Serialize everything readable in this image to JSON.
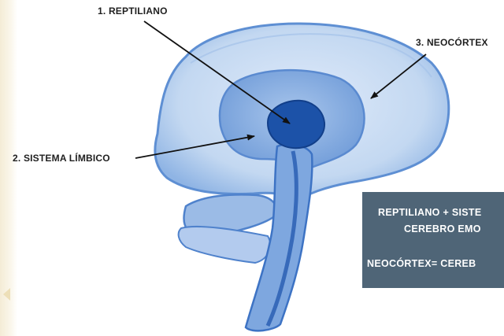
{
  "labels": {
    "reptiliano": "1. REPTILIANO",
    "neocortex": "3. NEOCÓRTEX",
    "limbico": "2. SISTEMA LÍMBICO"
  },
  "info_box": {
    "line1": "REPTILIANO + SISTE",
    "line2": "CEREBRO EMO",
    "line3": "NEOCÓRTEX= CEREB"
  },
  "colors": {
    "neocortex_fill": "#c9dcf3",
    "limbic_fill": "#86aee2",
    "reptilian_fill": "#1c52a8",
    "info_box_bg": "#4f6577"
  }
}
